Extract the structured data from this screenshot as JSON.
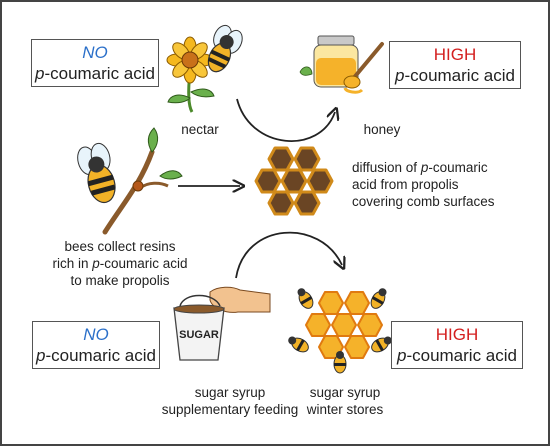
{
  "boxes": {
    "nectar": {
      "level": "NO",
      "compound_prefix": "p",
      "compound_rest": "-coumaric acid"
    },
    "honey": {
      "level": "HIGH",
      "compound_prefix": "p",
      "compound_rest": "-coumaric acid"
    },
    "syrup": {
      "level": "NO",
      "compound_prefix": "p",
      "compound_rest": "-coumaric acid"
    },
    "stores": {
      "level": "HIGH",
      "compound_prefix": "p",
      "compound_rest": "-coumaric acid"
    }
  },
  "labels": {
    "nectar": "nectar",
    "honey": "honey",
    "diffusion": {
      "line1_a": "diffusion of ",
      "line1_prefix": "p",
      "line1_b": "-coumaric",
      "line2": "acid from  propolis",
      "line3": "covering comb surfaces"
    },
    "resins": {
      "line1": "bees collect resins",
      "line2_a": "rich in ",
      "line2_prefix": "p",
      "line2_b": "-coumaric acid",
      "line3": "to make propolis"
    },
    "syrup": {
      "line1": "sugar syrup",
      "line2": "supplementary feeding"
    },
    "stores": {
      "line1": "sugar syrup",
      "line2": "winter stores"
    },
    "bucket": "SUGAR"
  },
  "icons": [
    "flower-icon",
    "bee-icon",
    "honey-jar-icon",
    "honey-dipper-icon",
    "branch-icon",
    "comb-icon",
    "bucket-icon",
    "hand-icon",
    "comb-bees-icon"
  ],
  "colors": {
    "no": "#2a6fc9",
    "high": "#d42020",
    "honey": "#f5b22a",
    "comb_cell": "#6a4524",
    "comb_frame": "#d08a1a"
  }
}
